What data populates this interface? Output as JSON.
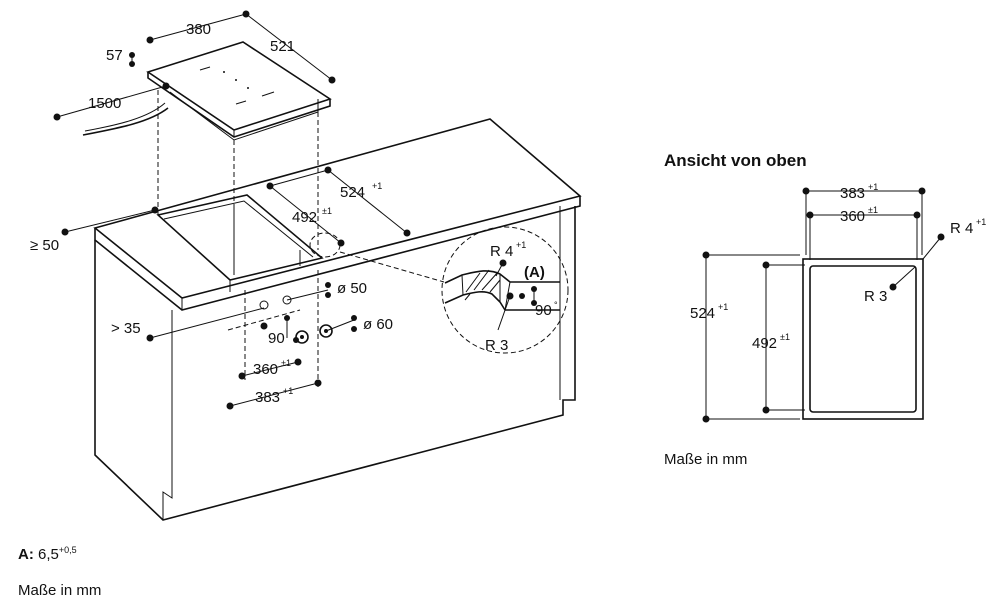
{
  "main_drawing": {
    "dims": {
      "width_380": "380",
      "depth_521": "521",
      "height_57": "57",
      "cable_1500": "1500",
      "cutout_depth_524": "524",
      "cutout_depth_524_tol": "+1",
      "cutout_inner_492": "492",
      "cutout_inner_492_tol": "±1",
      "front_min_50": "≥ 50",
      "hole_dia_50": "ø 50",
      "hole_dia_60": "ø 60",
      "edge_min_35": "> 35",
      "spacing_90": "90",
      "bottom_360": "360",
      "bottom_360_tol": "±1",
      "bottom_383": "383",
      "bottom_383_tol": "+1"
    },
    "detail": {
      "radius_outer": "R 4",
      "radius_outer_tol": "+1",
      "marker_a": "(A)",
      "angle_90": "90",
      "angle_unit": "°",
      "radius_inner": "R 3"
    }
  },
  "top_view": {
    "title": "Ansicht von oben",
    "width_383": "383",
    "width_383_tol": "+1",
    "width_360": "360",
    "width_360_tol": "±1",
    "radius_outer": "R 4",
    "radius_outer_tol": "+1",
    "radius_inner": "R 3",
    "depth_524": "524",
    "depth_524_tol": "+1",
    "depth_492": "492",
    "depth_492_tol": "±1",
    "units": "Maße in mm"
  },
  "footnote": {
    "label": "A:",
    "value": "6,5",
    "tolerance": "+0,5",
    "units": "Maße in mm"
  }
}
